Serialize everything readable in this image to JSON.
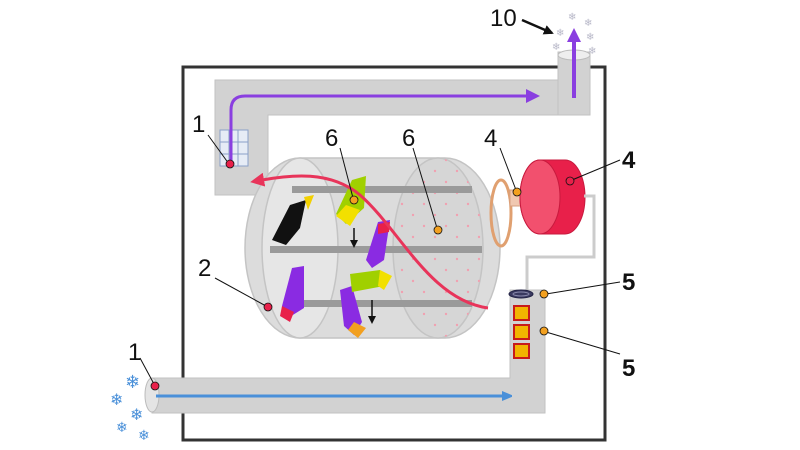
{
  "labels": {
    "heater_marker_top": "1",
    "heater_marker_bottom": "1",
    "drum": "2",
    "motor_belt": "4",
    "motor": "4",
    "thermostat": "5",
    "heating_elements": "5",
    "paddles_left": "6",
    "paddles_right": "6",
    "exhaust": "10"
  },
  "icons": {
    "intake_snow": "snowflake-icon",
    "exhaust_vapor": "snowflake-icon",
    "flake_glyph": "❄"
  },
  "colors": {
    "cabinet_border": "#333333",
    "duct": "#cfcfcf",
    "cold_airflow": "#4a90d9",
    "hot_airflow": "#e8345a",
    "exhaust_airflow": "#8a3fe0",
    "motor": "#e8204a",
    "belt": "#e0a070",
    "heating_element": "#f2b400",
    "marker_red": "#e8204a",
    "marker_orange": "#f2a020"
  }
}
